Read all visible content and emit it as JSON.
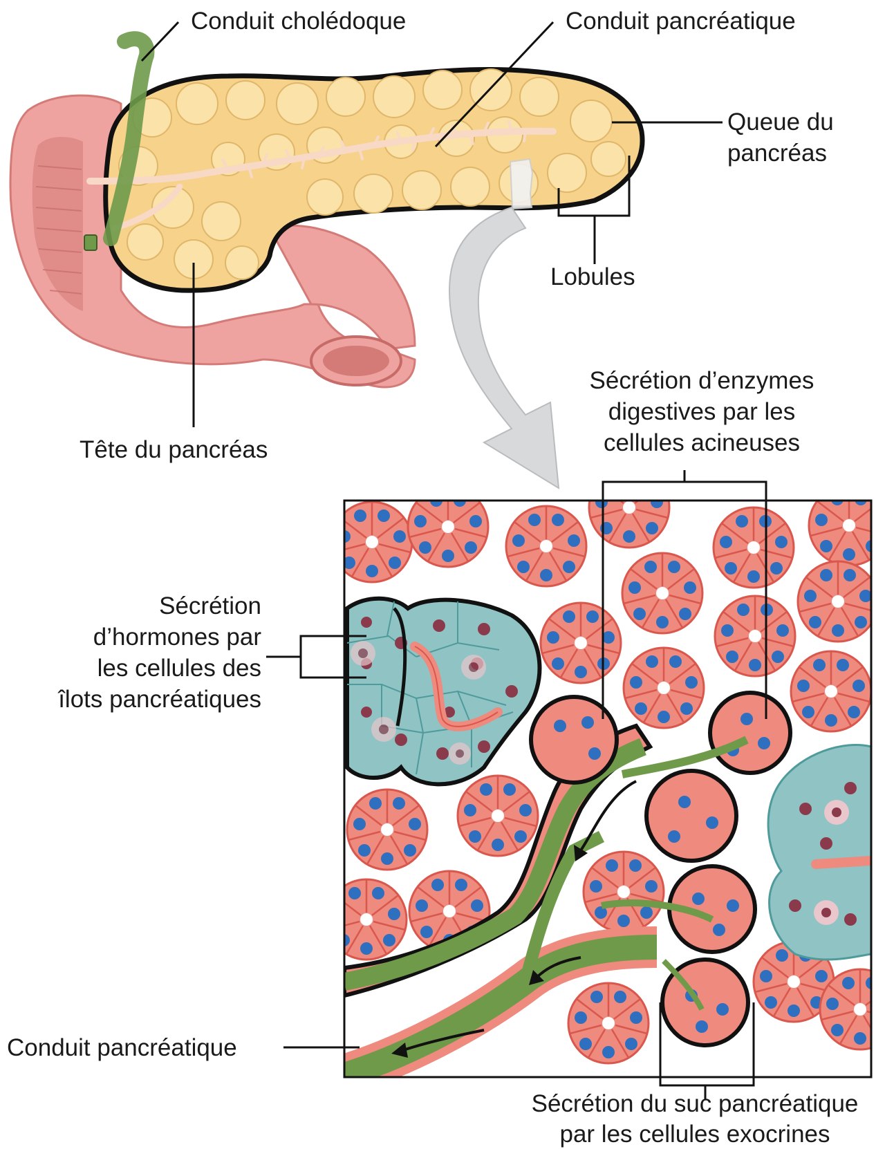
{
  "labels": {
    "common_bile_duct": "Conduit cholédoque",
    "pancreatic_duct_top": "Conduit pancréatique",
    "tail_line1": "Queue du",
    "tail_line2": "pancréas",
    "lobules": "Lobules",
    "head": "Tête du pancréas",
    "acinar_line1": "Sécrétion d’enzymes",
    "acinar_line2": "digestives par les",
    "acinar_line3": "cellules acineuses",
    "islet_line1": "Sécrétion",
    "islet_line2": "d’hormones par",
    "islet_line3": "les cellules des",
    "islet_line4": "îlots pancréatiques",
    "pancreatic_duct_bottom": "Conduit pancréatique",
    "exocrine_line1": "Sécrétion du suc pancréatique",
    "exocrine_line2": "par les cellules exocrines"
  },
  "colors": {
    "pancreas": "#f6d28a",
    "pancreas_lobule": "#fbe2a8",
    "duodenum": "#efa3a0",
    "duodenum_dark": "#d47b78",
    "bile_duct": "#6f9a4a",
    "pancreatic_duct": "#f7d9c6",
    "acinus_cell": "#ef8a7e",
    "acinus_cell_edge": "#d9574c",
    "nucleus_blue": "#2f6fc0",
    "islet": "#8fc3c4",
    "islet_edge": "#4f9a9b",
    "islet_nucleus": "#8b3a4c",
    "duct_green": "#6f9a4a",
    "arrow_grey": "#d7d9db"
  }
}
